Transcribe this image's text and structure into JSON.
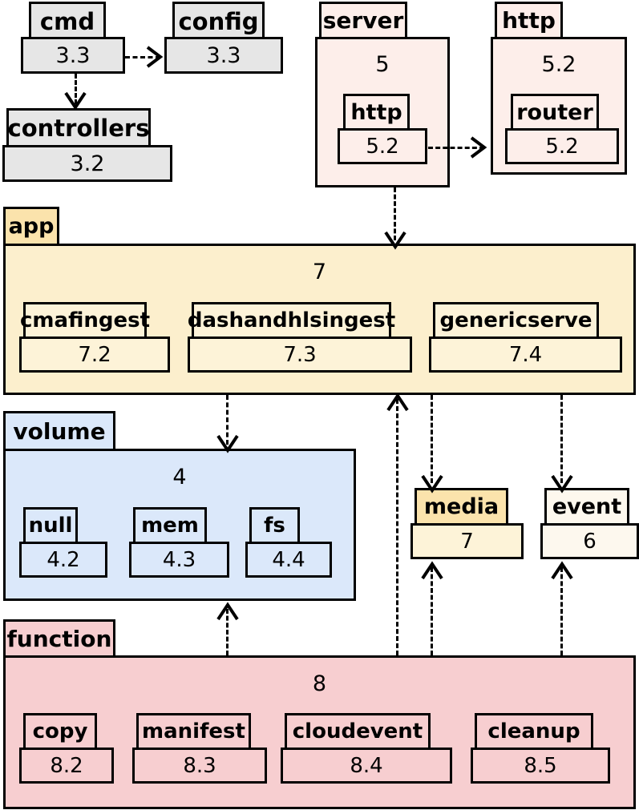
{
  "diagram": {
    "title": "package dependency diagram",
    "colors": {
      "gray": "#e6e6e6",
      "pink": "#fdeeea",
      "amber_tab": "#fbe3ac",
      "amber_body": "#fcefcd",
      "amber_inner": "#fdf3d8",
      "cream": "#fdf8ee",
      "blue": "#dbe8fa",
      "rose": "#f7ced0",
      "stroke": "#000000"
    }
  },
  "packages": {
    "cmd": {
      "name": "cmd",
      "count": "3.3"
    },
    "config": {
      "name": "config",
      "count": "3.3"
    },
    "controllers": {
      "name": "controllers",
      "count": "3.2"
    },
    "server": {
      "name": "server",
      "count": "5"
    },
    "server_http": {
      "name": "http",
      "count": "5.2"
    },
    "http": {
      "name": "http",
      "count": "5.2"
    },
    "http_router": {
      "name": "router",
      "count": "5.2"
    },
    "app": {
      "name": "app",
      "count": "7"
    },
    "cmafingest": {
      "name": "cmafingest",
      "count": "7.2"
    },
    "dashandhlsingest": {
      "name": "dashandhlsingest",
      "count": "7.3"
    },
    "genericserve": {
      "name": "genericserve",
      "count": "7.4"
    },
    "volume": {
      "name": "volume",
      "count": "4"
    },
    "null": {
      "name": "null",
      "count": "4.2"
    },
    "mem": {
      "name": "mem",
      "count": "4.3"
    },
    "fs": {
      "name": "fs",
      "count": "4.4"
    },
    "media": {
      "name": "media",
      "count": "7"
    },
    "event": {
      "name": "event",
      "count": "6"
    },
    "function": {
      "name": "function",
      "count": "8"
    },
    "copy": {
      "name": "copy",
      "count": "8.2"
    },
    "manifest": {
      "name": "manifest",
      "count": "8.3"
    },
    "cloudevent": {
      "name": "cloudevent",
      "count": "8.4"
    },
    "cleanup": {
      "name": "cleanup",
      "count": "8.5"
    }
  },
  "dependencies": [
    {
      "from": "cmd",
      "to": "config",
      "style": "dashed",
      "direction": "right"
    },
    {
      "from": "cmd",
      "to": "controllers",
      "style": "dashed",
      "direction": "down"
    },
    {
      "from": "server_http",
      "to": "http_router",
      "style": "dashed",
      "direction": "right"
    },
    {
      "from": "server",
      "to": "app",
      "style": "dashed",
      "direction": "down"
    },
    {
      "from": "app",
      "to": "volume",
      "style": "dashed",
      "direction": "down"
    },
    {
      "from": "function",
      "to": "app",
      "style": "dashed",
      "direction": "up"
    },
    {
      "from": "app",
      "to": "media",
      "style": "dashed",
      "direction": "down"
    },
    {
      "from": "app",
      "to": "event",
      "style": "dashed",
      "direction": "down"
    },
    {
      "from": "function",
      "to": "volume",
      "style": "dashed",
      "direction": "up"
    },
    {
      "from": "function",
      "to": "media",
      "style": "dashed",
      "direction": "up"
    },
    {
      "from": "function",
      "to": "event",
      "style": "dashed",
      "direction": "up"
    }
  ]
}
